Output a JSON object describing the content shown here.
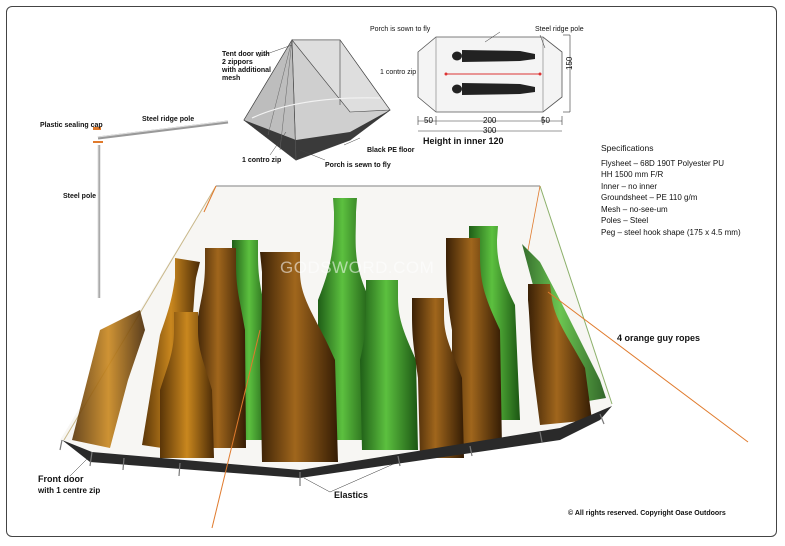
{
  "labels": {
    "tent_door": [
      "Tent door with",
      "2 zippors",
      "with additional",
      "mesh"
    ],
    "porch_top": "Porch is sown to fly",
    "steel_ridge_pole_top": "Steel ridge pole",
    "centro_zip_top": "1 contro zip",
    "plastic_cap": "Plastic sealing cap",
    "steel_ridge_pole_left": "Steel ridge pole",
    "steel_pole": "Steel pole",
    "black_floor": "Black PE floor",
    "centro_zip_bottom": "1 contro zip",
    "porch_bottom": "Porch is sewn to fly",
    "height_inner": "Height in inner 120",
    "guy_ropes": "4 orange guy ropes",
    "front_door": "Front door",
    "front_door_zip": "with 1 centre zip",
    "elastics": "Elastics",
    "copyright": "© All rights reserved. Copyright Oase Outdoors",
    "watermark": "GODSWORD.COM"
  },
  "dimensions": {
    "seg_left": "50",
    "seg_mid": "200",
    "seg_right": "50",
    "total": "300",
    "width": "150"
  },
  "specs": {
    "title": "Specifications",
    "lines": [
      "Flysheet – 68D 190T Polyester PU",
      "HH 1500 mm F/R",
      "Inner – no inner",
      "Groundsheet – PE 110 g/m",
      "Mesh – no-see-um",
      "Poles – Steel",
      "Peg – steel hook shape (175 x 4.5 mm)"
    ]
  },
  "colors": {
    "orange_rope": "#e07a2c",
    "bottle_green": "#3f9a2e",
    "bottle_brown": "#7a4a14",
    "floor_black": "#222222"
  }
}
